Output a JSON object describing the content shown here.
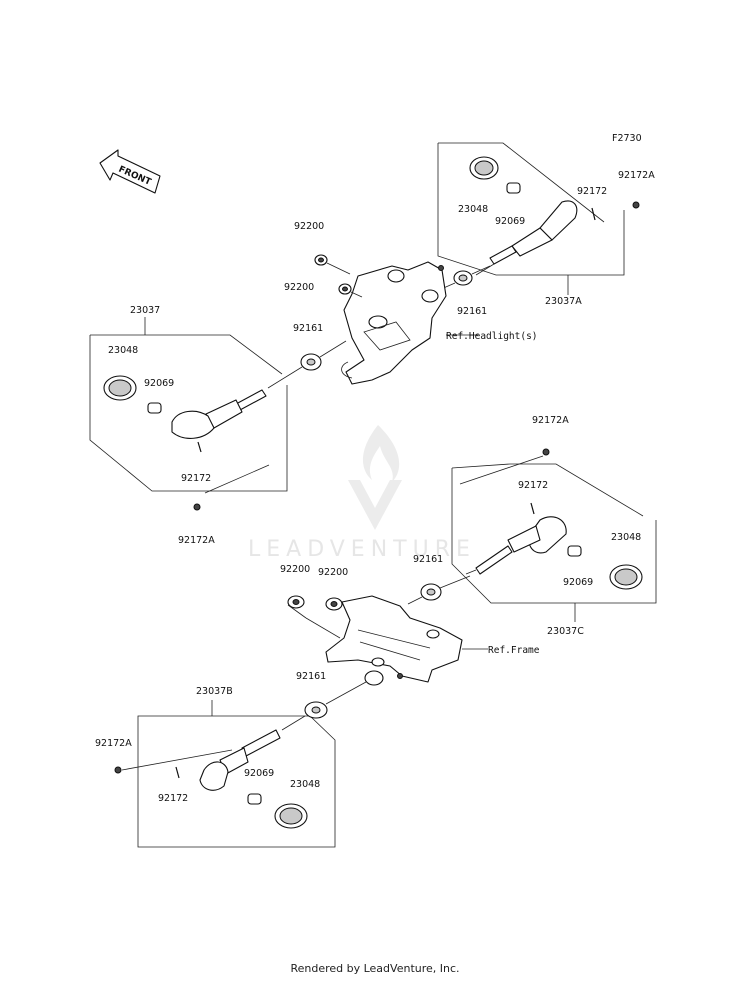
{
  "diagram_code": "F2730",
  "front_label": "FRONT",
  "watermark_text": "LEADVENTURE",
  "footer": "Rendered by LeadVenture, Inc.",
  "references": {
    "headlight": "Ref.Headlight(s)",
    "frame": "Ref.Frame"
  },
  "groups": {
    "front_right": "23037A",
    "front_left": "23037",
    "rear_right": "23037C",
    "rear_left": "23037B"
  },
  "parts": {
    "lens": "23048",
    "bulb": "92069",
    "screw": "92172",
    "screw_a": "92172A",
    "grommet": "92161",
    "damper": "92200"
  }
}
